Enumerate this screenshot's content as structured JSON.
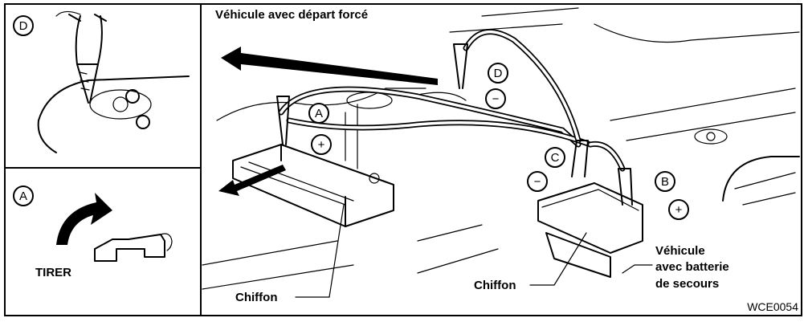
{
  "labels": {
    "d_circle": "D",
    "a_circle": "A",
    "tirer": "TIRER",
    "vehicle_forced": "Véhicule avec départ forcé",
    "main_a": "A",
    "main_b": "B",
    "main_c": "C",
    "main_d": "D",
    "plus1": "+",
    "plus2": "+",
    "minus1": "−",
    "minus2": "−",
    "chiffon_left": "Chiffon",
    "chiffon_right": "Chiffon",
    "backup_1": "Véhicule",
    "backup_2": "avec batterie",
    "backup_3": "de secours",
    "code": "WCE0054"
  }
}
